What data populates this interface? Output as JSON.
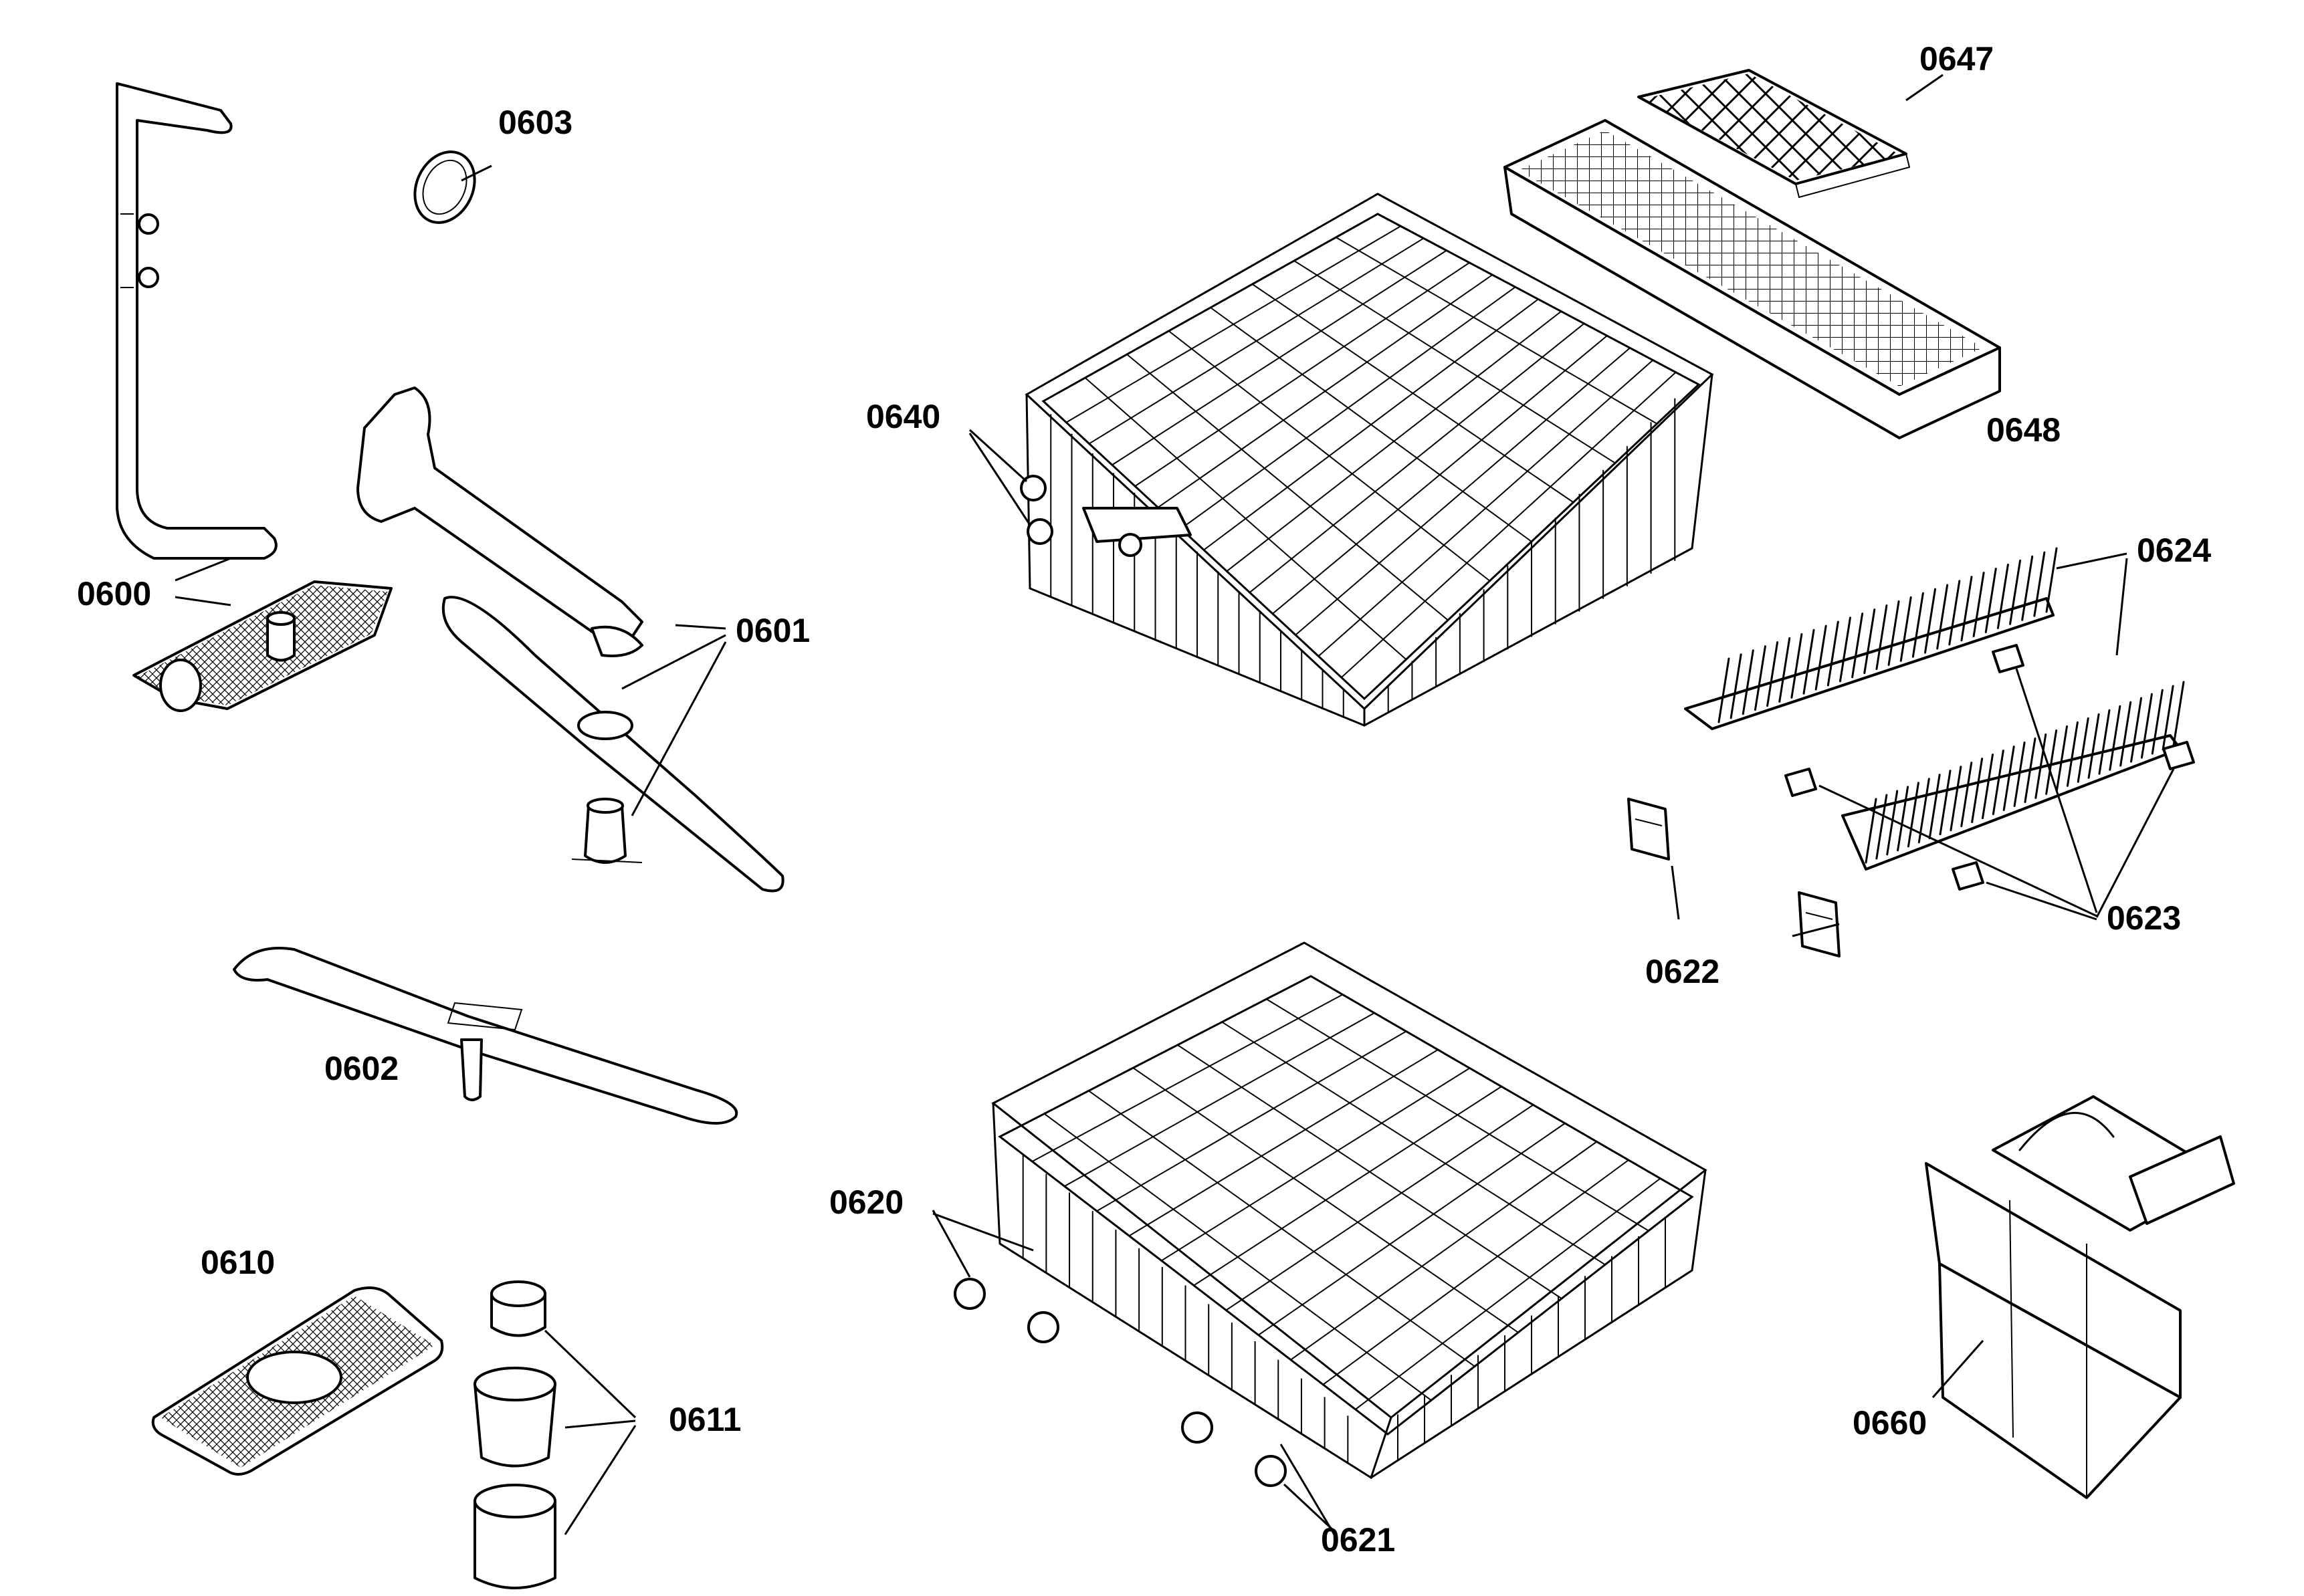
{
  "labels": {
    "p0600": "0600",
    "p0601": "0601",
    "p0602": "0602",
    "p0603": "0603",
    "p0610": "0610",
    "p0611": "0611",
    "p0620": "0620",
    "p0621": "0621",
    "p0622": "0622",
    "p0623": "0623",
    "p0624": "0624",
    "p0640": "0640",
    "p0647": "0647",
    "p0648": "0648",
    "p0660": "0660"
  }
}
